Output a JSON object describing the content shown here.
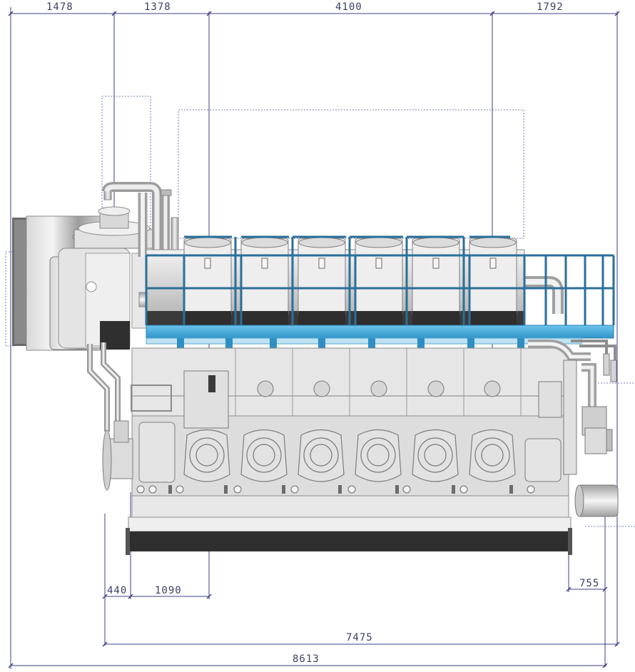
{
  "dimensions": {
    "top": [
      "1478",
      "1378",
      "4100",
      "1792"
    ],
    "bottom_left_1": "440",
    "bottom_left_2": "1090",
    "bottom_right": "755",
    "overall_block": "7475",
    "overall_total": "8613"
  },
  "colors": {
    "dimension_line": "#3b3f8a",
    "engine_body": "#dcdcdc",
    "engine_dark": "#3a3a3a",
    "platform_blue": "#3ea8dc",
    "railing_blue": "#2a6f9a"
  }
}
